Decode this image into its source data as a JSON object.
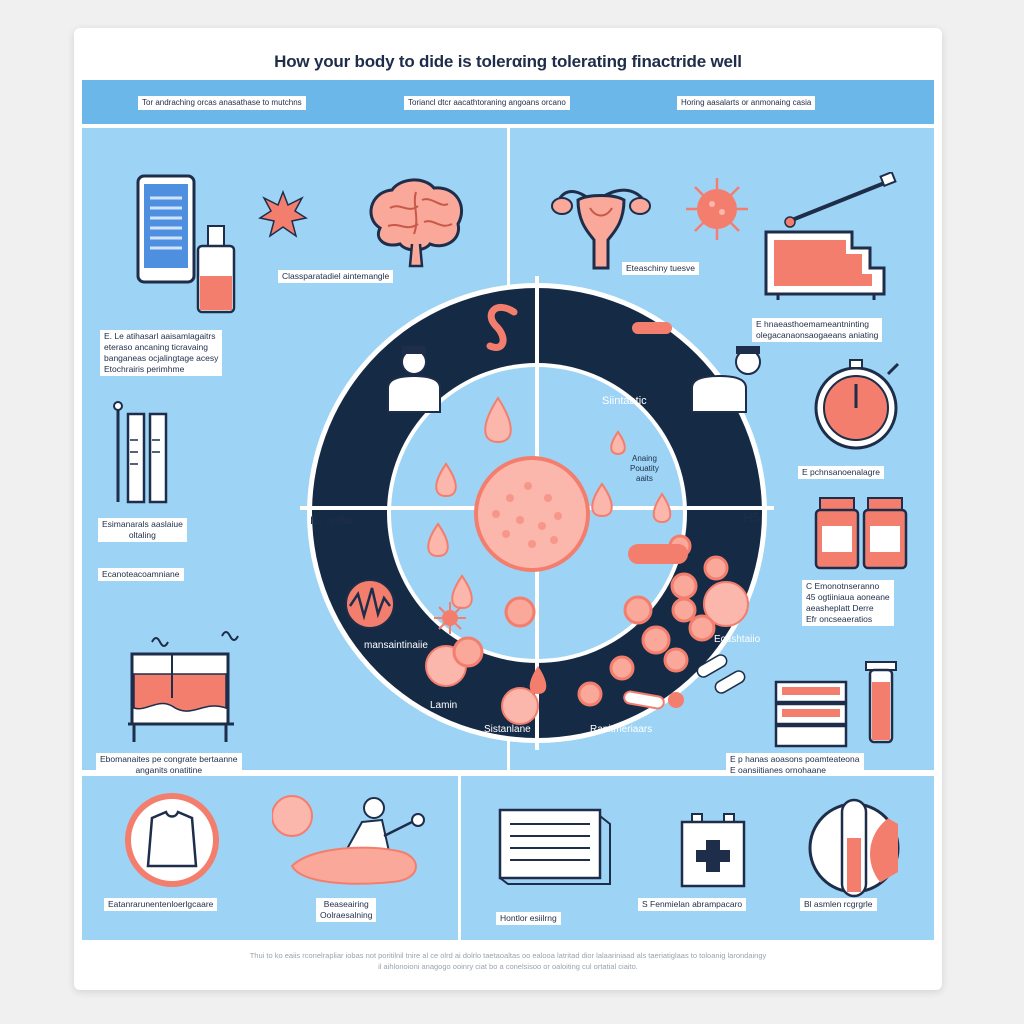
{
  "title": "How your body  to dide is tolerαing tolerating finactride well",
  "header_labels": [
    "Tor andraching orcas anasathase to mutchns",
    "Toriancl dtcr aacathtoraning angoans orcano",
    "Horing aasalarts or anmonaing casia"
  ],
  "left_labels": [
    "Classparatadiel aintemangle",
    "E. Le atihasarl aaisamlagaitrs\neteraso ancaning ticravaing\nbanganeas ocjalingtage acesy\nEtochrairis perimhme",
    "Esimanarals aaslaiue\noltaling",
    "Ecanoteacoamniane",
    "Ebomanaites pe congrate bertaanne\nanganits onatitine"
  ],
  "right_labels": [
    "Eteaschiny tuesve",
    "E hnaeasthoemameantninting\nolegacanaonsaogaeans aniating",
    "E pchnsanoenalagre",
    "C Emonotnseranno\n45 ogtiiniaua aoneane\naeasheplatt Derre\nEfr oncseaeratios",
    "E p hanas aoasons poamteateona\nE oansiitianes ornohaane"
  ],
  "ring_labels": [
    "Siintaatic",
    "IE. antlar",
    "H5",
    "mansaintinaiie",
    "Lamin",
    "Sistanlane",
    "Ecashtaiio",
    "Ranitmeriaars"
  ],
  "inner_note": "Anaing\nPouatity\naaits",
  "bottom_labels": [
    "Eatanrarunentenloerlgcaare",
    "Beaseairing\nOolraesalning",
    "Hontlor esiilrng",
    "S Fenmielan abrampacaro",
    "Bl asmlen rcgrgrle"
  ],
  "footer_lines": [
    "Thui to ko eaiis rconelrapliar iobas not poritilnil tnire al ce olrd ai dolrlo taetaoaltas oo ealooa latritad dior lalaariniaad als taeriatiglaas to toloanig larondaingy",
    "il aihlonoioni anagogo ooinry ciat bo a conelsisoo or oaloiting cul ortatial ciaito."
  ],
  "colors": {
    "panel": "#9dd4f5",
    "header_bar": "#6cb7ea",
    "ring": "#152a45",
    "coral": "#f47e6e",
    "navy": "#1e2d4a"
  },
  "icons": [
    "phone-icon",
    "spray-bottle-icon",
    "starburst-icon",
    "brain-icon",
    "test-tube-icon",
    "skin-layer-icon",
    "waveform-icon",
    "uterus-icon",
    "virus-icon",
    "pipette-icon",
    "tray-icon",
    "stopwatch-icon",
    "pill-bottle-icon",
    "box-stack-icon",
    "blood-vial-icon",
    "shirt-icon",
    "person-lying-icon",
    "document-icon",
    "first-aid-icon",
    "thermometer-icon"
  ]
}
